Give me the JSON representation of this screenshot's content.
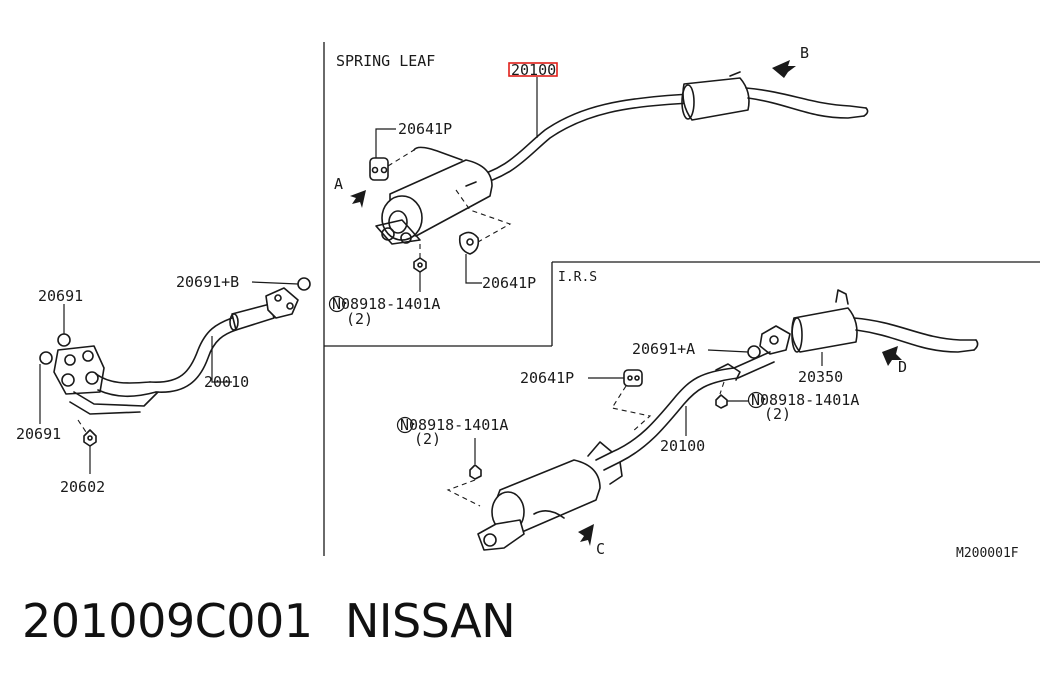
{
  "diagram": {
    "section_spring_leaf": "SPRING LEAF",
    "section_irs": "I.R.S",
    "drawing_code": "M200001F",
    "highlight_color": "#e0201a",
    "labels": {
      "part_20100_highlighted": "20100",
      "part_20641p_upper": "20641P",
      "part_20641p_lower": "20641P",
      "view_a": "A",
      "view_b": "B",
      "nut_upper": "N08918-1401A",
      "nut_upper_qty": "(2)",
      "part_20691_plus_b": "20691+B",
      "part_20691_top": "20691",
      "part_20691_bottom": "20691",
      "part_20010": "20010",
      "part_20602": "20602",
      "part_20691_plus_a": "20691+A",
      "part_20641p_irs": "20641P",
      "part_20350": "20350",
      "view_d": "D",
      "nut_irs_right": "N08918-1401A",
      "nut_irs_right_qty": "(2)",
      "part_20100_irs": "20100",
      "nut_irs_left": "N08918-1401A",
      "nut_irs_left_qty": "(2)",
      "view_c": "C"
    }
  },
  "caption": {
    "part_number": "201009C001",
    "brand": "NISSAN"
  }
}
